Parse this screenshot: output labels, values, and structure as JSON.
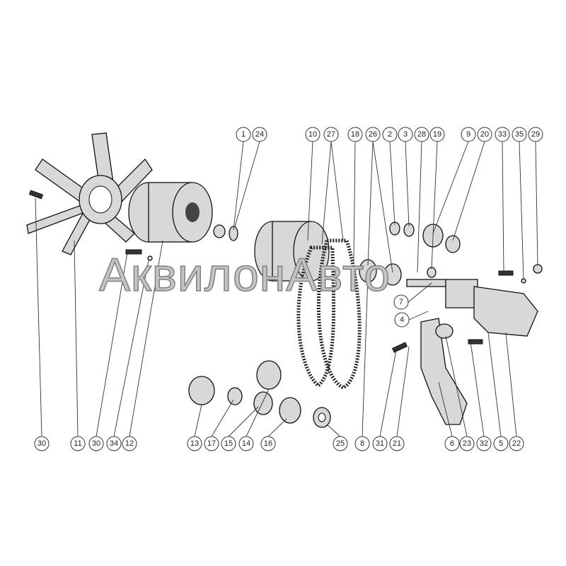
{
  "diagram": {
    "title": "Fan, pulley and water pump exploded view",
    "watermark": "АквилонАвто",
    "callouts_top": [
      "1",
      "24",
      "10",
      "27",
      "18",
      "26",
      "2",
      "3",
      "28",
      "19",
      "9",
      "20",
      "33",
      "35",
      "29"
    ],
    "callouts_bottom": [
      "30",
      "11",
      "30",
      "34",
      "12",
      "13",
      "17",
      "15",
      "14",
      "16",
      "25",
      "8",
      "31",
      "21",
      "6",
      "23",
      "32",
      "5",
      "22"
    ],
    "callouts_middle": [
      "7",
      "4"
    ]
  }
}
